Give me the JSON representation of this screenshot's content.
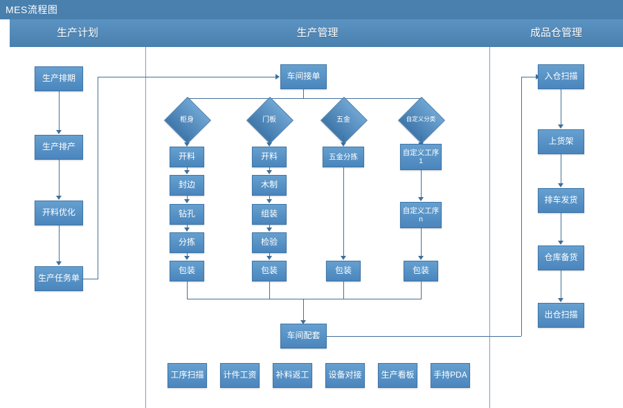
{
  "titlebar": {
    "title": "MES流程图"
  },
  "lanes": [
    {
      "name": "plan",
      "title": "生产计划"
    },
    {
      "name": "production",
      "title": "生产管理"
    },
    {
      "name": "warehouse",
      "title": "成品仓管理"
    }
  ],
  "plan_column": {
    "nodes": [
      {
        "label": "生产排期"
      },
      {
        "label": "生产排产"
      },
      {
        "label": "开料优化"
      },
      {
        "label": "生产任务单"
      }
    ]
  },
  "production": {
    "entry": {
      "label": "车间接单"
    },
    "branches": [
      {
        "decision": "柜身",
        "steps": [
          {
            "label": "开料"
          },
          {
            "label": "封边"
          },
          {
            "label": "钻孔"
          },
          {
            "label": "分拣"
          },
          {
            "label": "包装"
          }
        ]
      },
      {
        "decision": "门板",
        "steps": [
          {
            "label": "开料"
          },
          {
            "label": "木制"
          },
          {
            "label": "组装"
          },
          {
            "label": "检验"
          },
          {
            "label": "包装"
          }
        ]
      },
      {
        "decision": "五金",
        "steps": [
          {
            "label": "五金分拣"
          },
          {
            "label": "包装"
          }
        ]
      },
      {
        "decision": "自定义分类",
        "steps": [
          {
            "label": "自定义工序\n1"
          },
          {
            "label": "自定义工序\nn"
          },
          {
            "label": "包装"
          }
        ]
      }
    ],
    "merge": {
      "label": "车间配套"
    },
    "support_tools": [
      {
        "label": "工序扫描"
      },
      {
        "label": "计件工资"
      },
      {
        "label": "补料返工"
      },
      {
        "label": "设备对接"
      },
      {
        "label": "生产看板"
      },
      {
        "label": "手持PDA"
      }
    ]
  },
  "warehouse_column": {
    "nodes": [
      {
        "label": "入仓扫描"
      },
      {
        "label": "上货架"
      },
      {
        "label": "排车发货"
      },
      {
        "label": "仓库备货"
      },
      {
        "label": "出仓扫描"
      }
    ]
  },
  "colors": {
    "title_bar": "#4a80ae",
    "lane_header": "#5b93c2",
    "node_fill": "#66a0cf",
    "node_border": "#3d74a8",
    "connector": "#3f6f99",
    "canvas": "#ffffff"
  }
}
